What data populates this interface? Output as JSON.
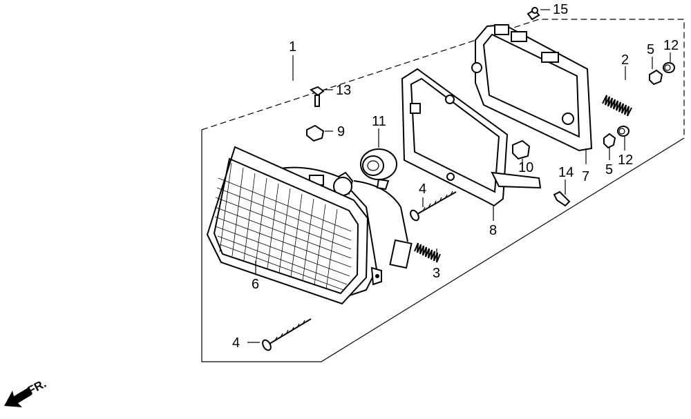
{
  "colors": {
    "ink": "#000000",
    "paper": "#ffffff"
  },
  "callouts": {
    "c1": "1",
    "c2": "2",
    "c3": "3",
    "c4a": "4",
    "c4b": "4",
    "c5a": "5",
    "c5b": "5",
    "c6": "6",
    "c7": "7",
    "c8": "8",
    "c9": "9",
    "c10": "10",
    "c11": "11",
    "c12a": "12",
    "c12b": "12",
    "c13": "13",
    "c14": "14",
    "c15": "15"
  },
  "front_indicator": {
    "label": "FR.",
    "icon": "arrow-left-down-icon"
  }
}
